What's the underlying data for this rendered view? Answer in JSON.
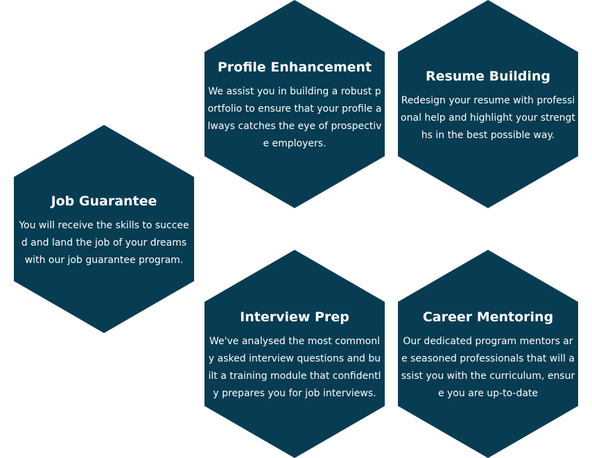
{
  "cards": {
    "profile": {
      "title": "Profile Enhancement",
      "description": "We assist you in building a robust portfolio to ensure that your profile always catches the eye of prospective employers."
    },
    "resume": {
      "title": "Resume Building",
      "description": "Redesign your resume with professional help and highlight your strengths in the best possible way."
    },
    "job": {
      "title": "Job Guarantee",
      "description": "You will receive the skills to succeed and land the job of your dreams with our job guarantee program."
    },
    "interview": {
      "title": "Interview Prep",
      "description": "We've analysed the most commonly asked interview questions and built a training module that confidently prepares you for job interviews."
    },
    "mentoring": {
      "title": "Career Mentoring",
      "description": "Our dedicated program mentors are seasoned professionals that will assist you with the curriculum, ensure you are up-to-date"
    }
  },
  "colors": {
    "hexagon": "#073c52",
    "text": "#ffffff"
  }
}
